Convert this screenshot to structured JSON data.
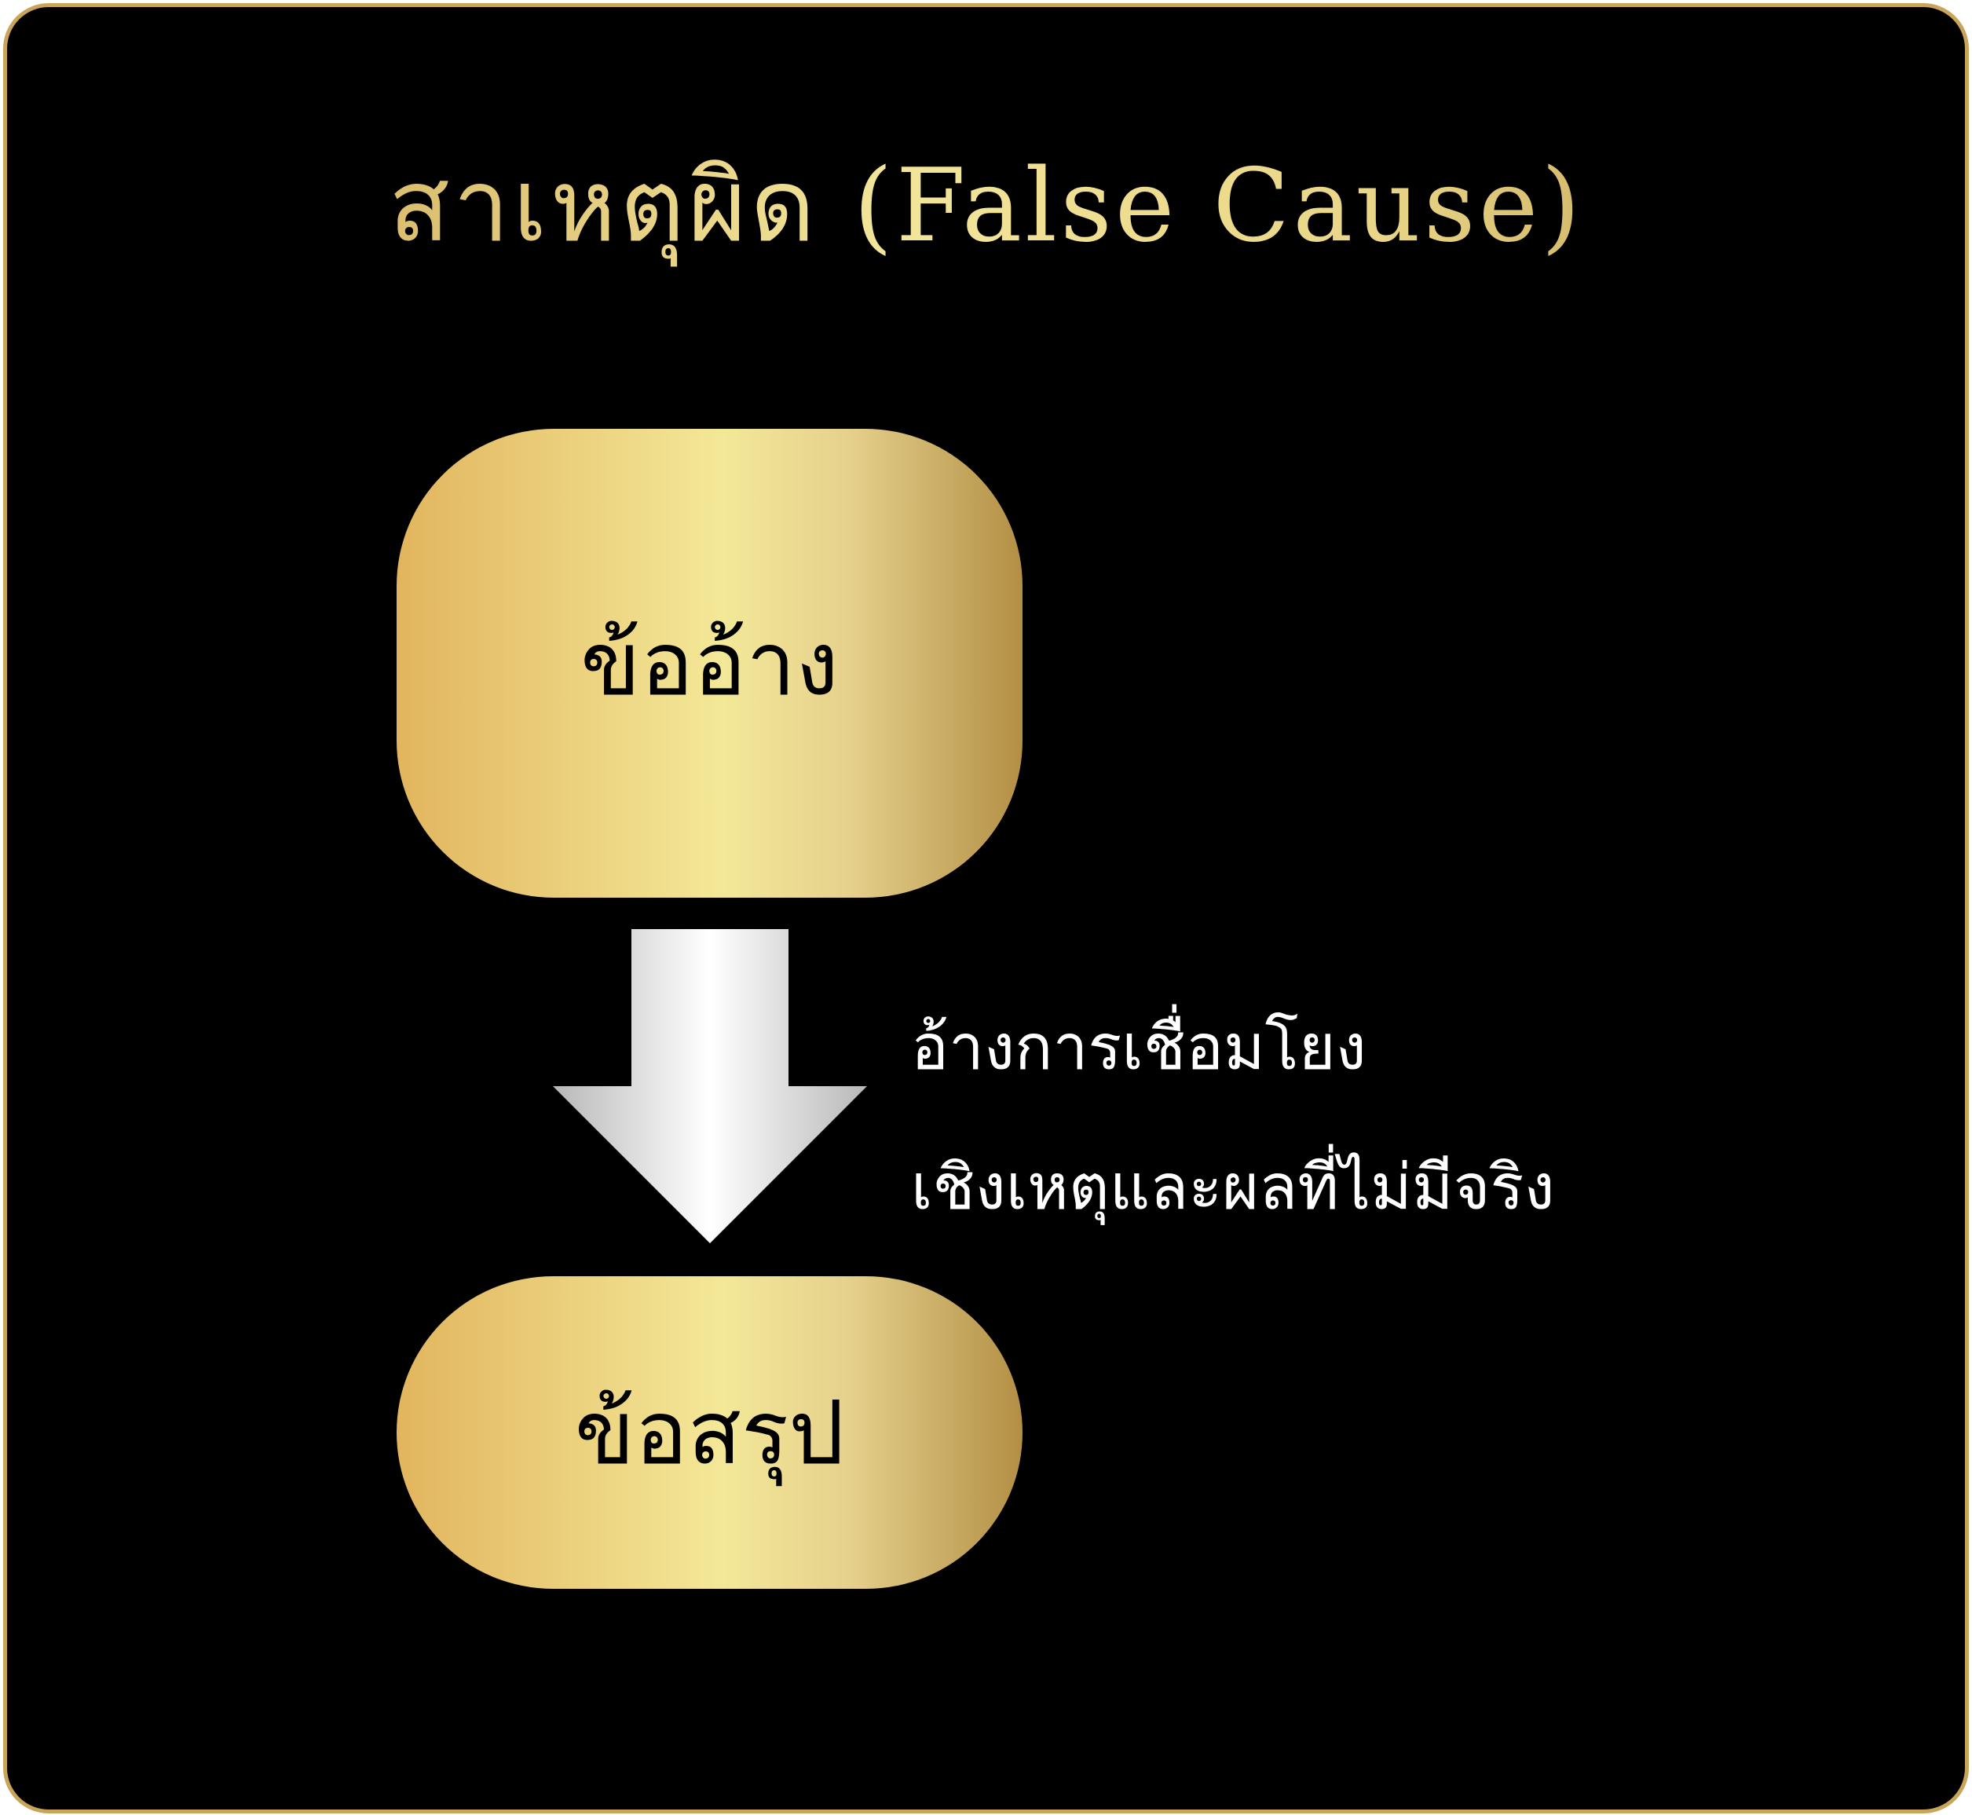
{
  "title": "สาเหตุผิด (False Cause)",
  "diagram": {
    "premise_label": "ข้ออ้าง",
    "conclusion_label": "ข้อสรุป",
    "link_description_line1": "อ้างการเชื่อมโยง",
    "link_description_line2": "เชิงเหตุและผลที่ไม่มีจริง"
  },
  "colors": {
    "background": "#000000",
    "border_gold": "#c9a55a",
    "gold_light": "#f3e898",
    "gold_dark": "#b38f45",
    "arrow_light": "#ffffff",
    "arrow_dark": "#b8b8b8",
    "caption_text": "#ffffff"
  },
  "icons": {
    "arrow": "down-arrow-icon"
  }
}
